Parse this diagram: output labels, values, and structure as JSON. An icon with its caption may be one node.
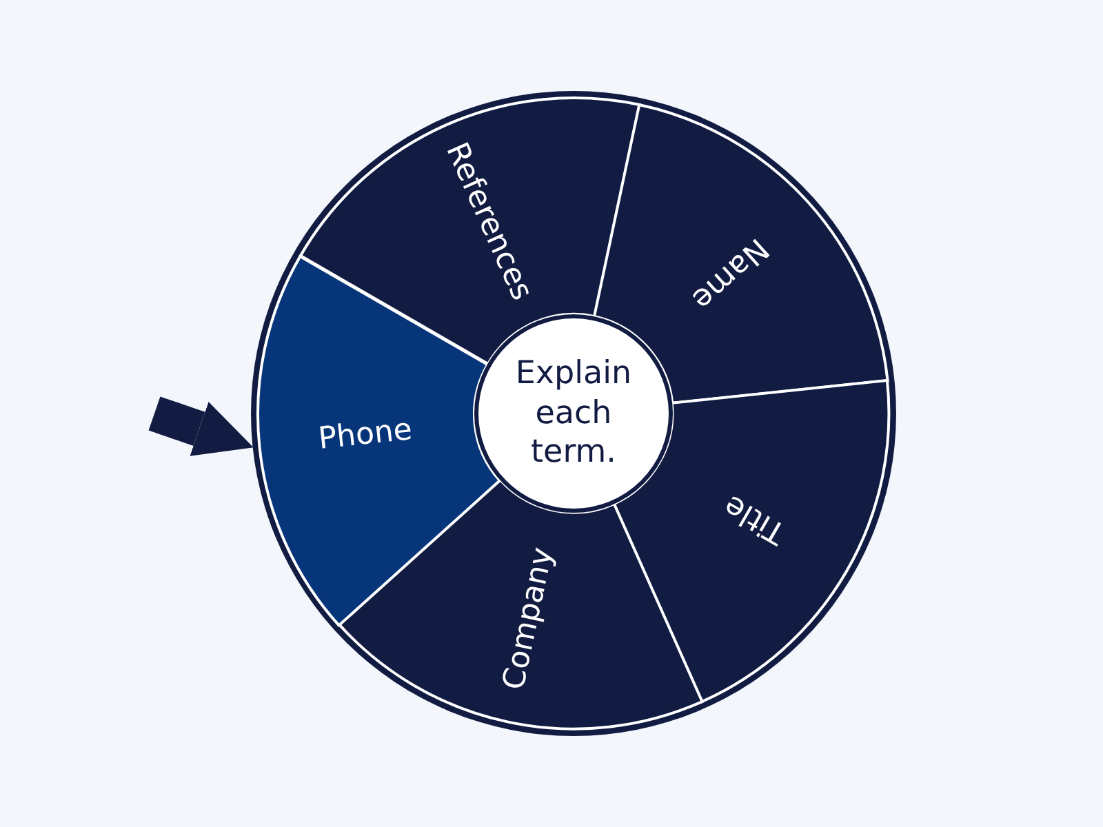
{
  "diagram": {
    "nodes": [
      {
        "text": [
          "References"
        ]
      },
      {
        "text": [
          "Name"
        ]
      },
      {
        "text": [
          "Title"
        ]
      },
      {
        "text": [
          "Company"
        ]
      },
      {
        "text": [
          "Phone"
        ]
      },
      {
        "text": [
          "Explain each term."
        ]
      }
    ],
    "edges": [
      {
        "from": null,
        "to": 4,
        "arrow": "to"
      }
    ]
  }
}
